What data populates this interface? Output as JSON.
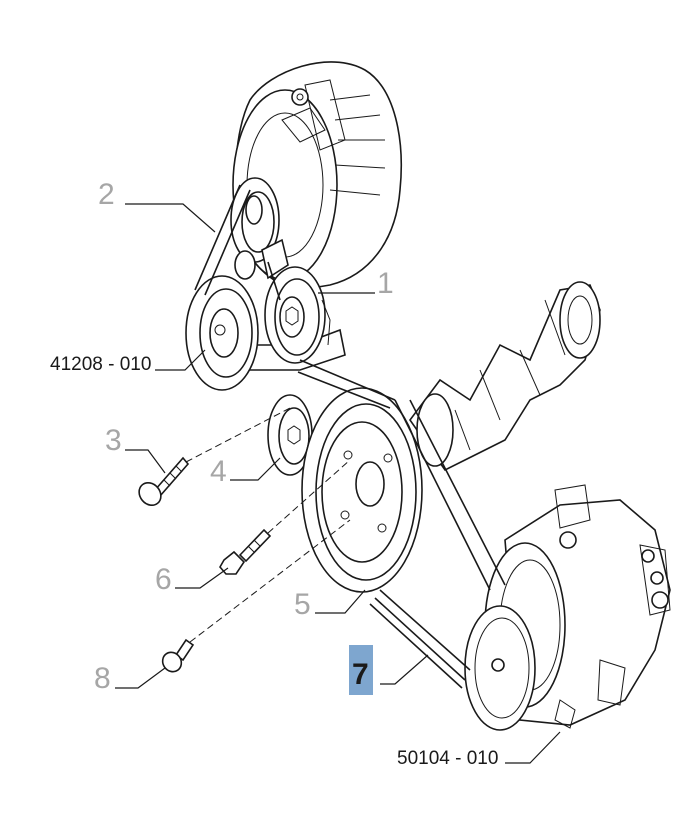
{
  "callouts": {
    "c1": "1",
    "c2": "2",
    "c3": "3",
    "c4": "4",
    "c5": "5",
    "c6": "6",
    "c7": "7",
    "c8": "8"
  },
  "references": {
    "r1": "41208 - 010",
    "r2": "50104 - 010"
  },
  "colors": {
    "highlight": "#7ea6cf",
    "callout_gray": "#a6a6a6",
    "line": "#1a1a1a"
  }
}
